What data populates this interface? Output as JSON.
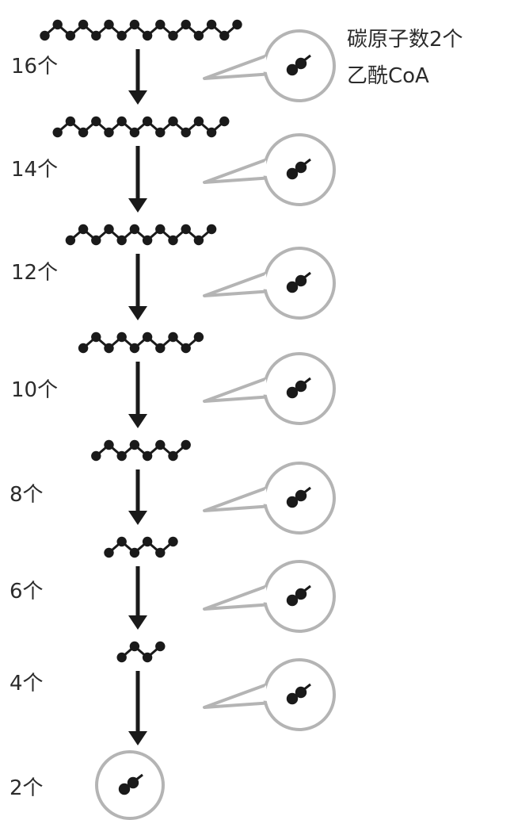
{
  "header": {
    "line1": "碳原子数2个",
    "line2": "乙酰CoA"
  },
  "steps": [
    {
      "label": "16个",
      "carbons": 16
    },
    {
      "label": "14个",
      "carbons": 14
    },
    {
      "label": "12个",
      "carbons": 12
    },
    {
      "label": "10个",
      "carbons": 10
    },
    {
      "label": "8个",
      "carbons": 8
    },
    {
      "label": "6个",
      "carbons": 6
    },
    {
      "label": "4个",
      "carbons": 4
    },
    {
      "label": "2个",
      "carbons": 2
    }
  ],
  "colors": {
    "atom": "#1a1a1a",
    "bubble_outline": "#b4b4b4",
    "text": "#2b2b2b"
  }
}
